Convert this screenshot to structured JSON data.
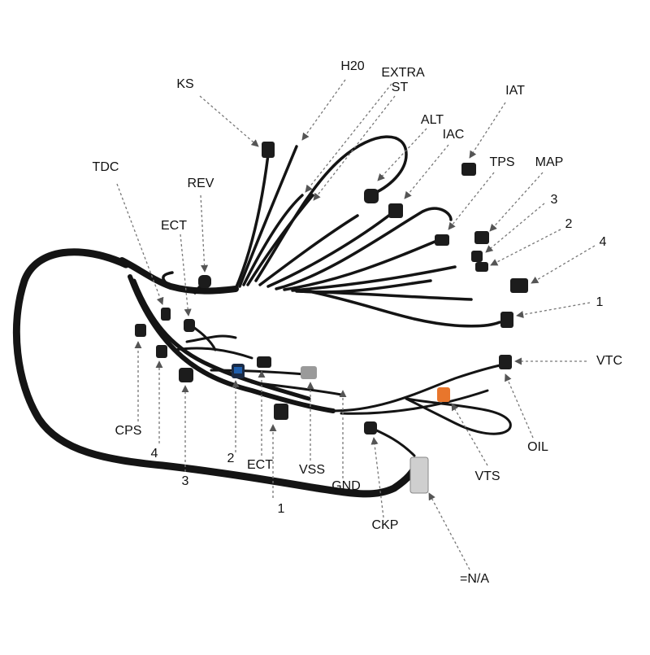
{
  "diagram": {
    "labels": {
      "ks": "KS",
      "h20": "H20",
      "extra": "EXTRA",
      "st": "ST",
      "alt": "ALT",
      "iac": "IAC",
      "iat": "IAT",
      "tps": "TPS",
      "map": "MAP",
      "tdc": "TDC",
      "rev": "REV",
      "ect_top": "ECT",
      "three_right": "3",
      "two_right": "2",
      "four_right": "4",
      "one_right": "1",
      "vtc": "VTC",
      "oil": "OIL",
      "vts": "VTS",
      "cps": "CPS",
      "four_bottom": "4",
      "three_bottom": "3",
      "two_bottom": "2",
      "ect_bottom": "ECT",
      "one_bottom": "1",
      "vss": "VSS",
      "gnd": "GND",
      "ckp": "CKP",
      "na": "=N/A"
    },
    "colors": {
      "wire": "#141414",
      "connector": "#1c1c1c",
      "leader": "#777777",
      "orange_connector": "#e8762c",
      "grey_connector": "#9a9a9a",
      "blue_accent": "#1f5fae"
    }
  }
}
